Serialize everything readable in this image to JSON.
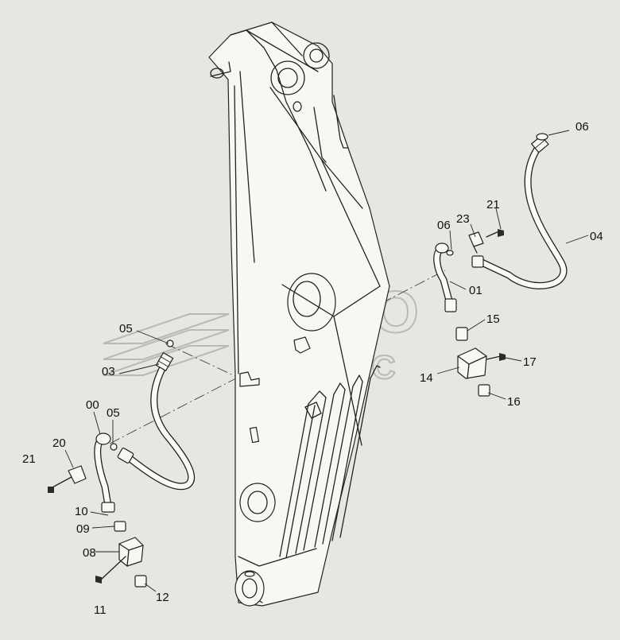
{
  "watermark": {
    "line1": "АВТО",
    "line2": "АЛЬЯНС"
  },
  "callouts": {
    "c00": "00",
    "c01": "01",
    "c03": "03",
    "c04": "04",
    "c05a": "05",
    "c05b": "05",
    "c06a": "06",
    "c06b": "06",
    "c08": "08",
    "c09": "09",
    "c10": "10",
    "c11": "11",
    "c12": "12",
    "c14": "14",
    "c15": "15",
    "c16": "16",
    "c17": "17",
    "c20": "20",
    "c21a": "21",
    "c21b": "21",
    "c23": "23"
  },
  "colors": {
    "background": "#e6e6e2",
    "linework": "#222222",
    "watermark": "#b9b9b5"
  }
}
